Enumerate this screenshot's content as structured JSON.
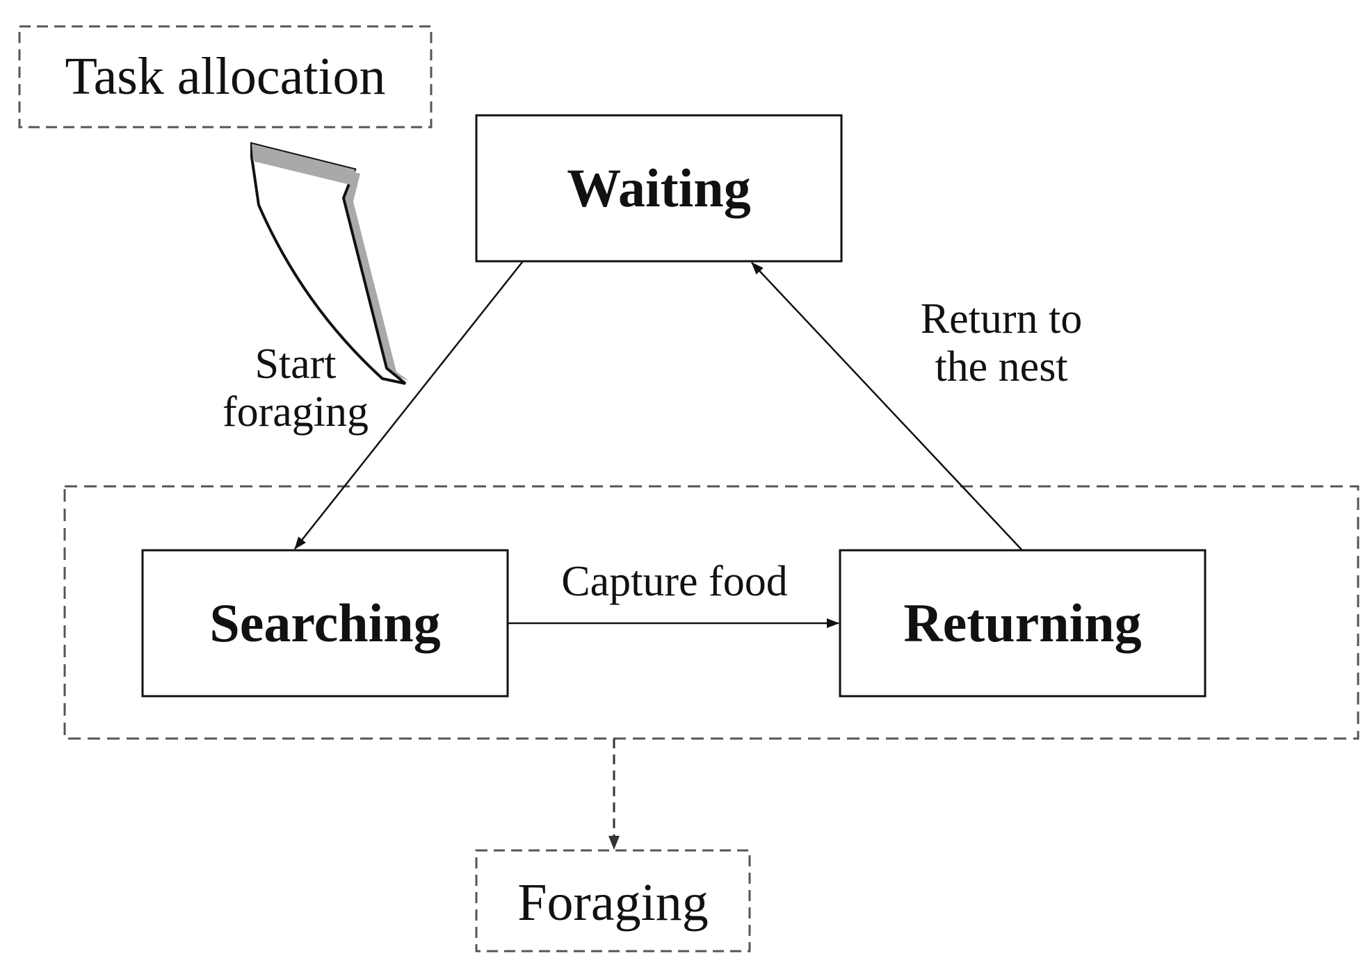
{
  "diagram": {
    "colors": {
      "stroke": "#111111",
      "dash": "#555555",
      "bolt_fill": "#ffffff",
      "bolt_shadow": "#a9a9a9"
    },
    "nodes": {
      "task_allocation": {
        "label": "Task allocation",
        "style": "dashed"
      },
      "waiting": {
        "label": "Waiting",
        "style": "solid"
      },
      "searching": {
        "label": "Searching",
        "style": "solid"
      },
      "returning": {
        "label": "Returning",
        "style": "solid"
      },
      "foraging": {
        "label": "Foraging",
        "style": "dashed"
      }
    },
    "edges": {
      "start_foraging": {
        "line1": "Start",
        "line2": "foraging",
        "from": "waiting",
        "to": "searching"
      },
      "capture_food": {
        "label": "Capture food",
        "from": "searching",
        "to": "returning"
      },
      "return_to_nest": {
        "line1": "Return to",
        "line2": "the nest",
        "from": "returning",
        "to": "waiting"
      },
      "foraging_group": {
        "from": "searching-returning-group",
        "to": "foraging",
        "style": "dashed"
      },
      "task_allocation_trigger": {
        "from": "task_allocation",
        "to": "start_foraging",
        "style": "bolt"
      }
    }
  }
}
